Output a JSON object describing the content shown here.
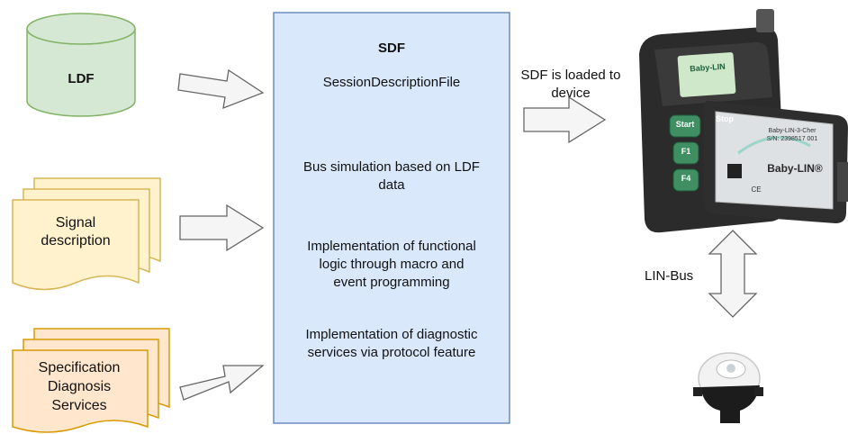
{
  "ldf": {
    "label": "LDF"
  },
  "signal": {
    "label": "Signal\ndescription"
  },
  "spec": {
    "label": "Specification\nDiagnosis\nServices"
  },
  "sdf": {
    "title": "SDF",
    "subtitle": "SessionDescriptionFile",
    "line1": "Bus simulation based on LDF\ndata",
    "line2": "Implementation of functional\nlogic through macro and\nevent programming",
    "line3": "Implementation of diagnostic\nservices via protocol feature"
  },
  "load_label": "SDF is loaded to\ndevice",
  "bus_label": "LIN-Bus",
  "device": {
    "brand": "Baby-LIN",
    "brand2": "Baby-LIN®",
    "model": "Baby-LIN-3-Cher",
    "serial": "S/N: 2398517 001",
    "keys": [
      "Start",
      "Stop",
      "F1",
      "F4"
    ],
    "ce_mark": "CE"
  },
  "colors": {
    "ldf_fill": "#d5e8d4",
    "ldf_stroke": "#82b366",
    "signal_fill": "#fff2cc",
    "signal_stroke": "#d6b656",
    "spec_fill": "#ffe6cc",
    "spec_stroke": "#d79b00",
    "sdf_fill": "#dae8fc",
    "sdf_stroke": "#6c8ebf",
    "arrow_fill": "#f5f5f5",
    "arrow_stroke": "#666666"
  }
}
